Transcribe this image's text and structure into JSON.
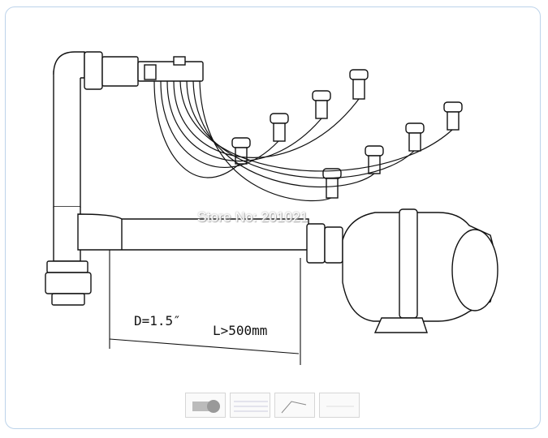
{
  "watermark": "Store No: 201021",
  "dimension": {
    "diameter_label": "D=1.5″",
    "length_label": "L>500mm"
  },
  "thumbnails": [
    {
      "name": "thumbnail-blower-photo"
    },
    {
      "name": "thumbnail-table"
    },
    {
      "name": "thumbnail-diagram"
    },
    {
      "name": "thumbnail-blank"
    }
  ],
  "colors": {
    "frame_border": "#bcd3ea",
    "line": "#111111"
  }
}
